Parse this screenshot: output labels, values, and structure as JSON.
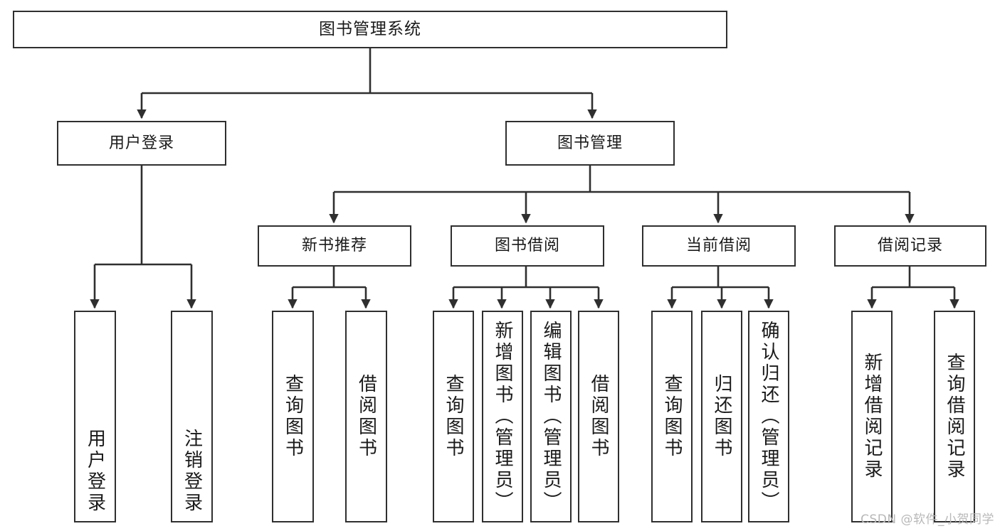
{
  "diagram": {
    "title": "图书管理系统",
    "type": "tree-hierarchy",
    "root": {
      "id": "root",
      "label": "图书管理系统"
    },
    "level2": [
      {
        "id": "user-login",
        "label": "用户登录"
      },
      {
        "id": "book-management",
        "label": "图书管理"
      }
    ],
    "level3": [
      {
        "id": "new-book-recommend",
        "label": "新书推荐",
        "parent": "book-management"
      },
      {
        "id": "book-borrow",
        "label": "图书借阅",
        "parent": "book-management"
      },
      {
        "id": "current-borrow",
        "label": "当前借阅",
        "parent": "book-management"
      },
      {
        "id": "borrow-record",
        "label": "借阅记录",
        "parent": "book-management"
      }
    ],
    "leaves": [
      {
        "id": "leaf-user-login",
        "label": "用户登录",
        "parent": "user-login"
      },
      {
        "id": "leaf-logout",
        "label": "注销登录",
        "parent": "user-login"
      },
      {
        "id": "leaf-query-book-1",
        "label": "查询图书",
        "parent": "new-book-recommend"
      },
      {
        "id": "leaf-borrow-book-1",
        "label": "借阅图书",
        "parent": "new-book-recommend"
      },
      {
        "id": "leaf-query-book-2",
        "label": "查询图书",
        "parent": "book-borrow"
      },
      {
        "id": "leaf-add-book",
        "label": "新增图书（管理员）",
        "parent": "book-borrow"
      },
      {
        "id": "leaf-edit-book",
        "label": "编辑图书（管理员）",
        "parent": "book-borrow"
      },
      {
        "id": "leaf-borrow-book-2",
        "label": "借阅图书",
        "parent": "book-borrow"
      },
      {
        "id": "leaf-query-book-3",
        "label": "查询图书",
        "parent": "current-borrow"
      },
      {
        "id": "leaf-return-book",
        "label": "归还图书",
        "parent": "current-borrow"
      },
      {
        "id": "leaf-confirm-return",
        "label": "确认归还（管理员）",
        "parent": "current-borrow"
      },
      {
        "id": "leaf-add-record",
        "label": "新增借阅记录",
        "parent": "borrow-record"
      },
      {
        "id": "leaf-query-record",
        "label": "查询借阅记录",
        "parent": "borrow-record"
      }
    ],
    "colors": {
      "box_border": "#2f2f2f",
      "box_fill": "#ffffff",
      "connector": "#2f2f2f",
      "text": "#1a1a1a",
      "watermark": "#b8b8b8",
      "background": "#ffffff"
    }
  },
  "watermark": {
    "text": "CSDN @软件_小贺同学"
  }
}
